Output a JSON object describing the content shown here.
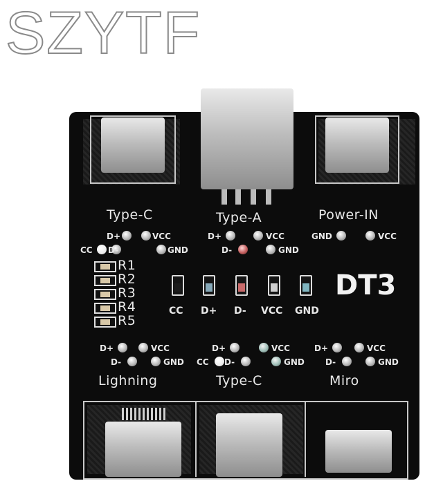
{
  "brand": "SZYTF",
  "board": {
    "model": "DT3",
    "top_headers": {
      "typec": "Type-C",
      "typea": "Type-A",
      "power": "Power-IN"
    },
    "bottom_headers": {
      "lightning": "Lighning",
      "typec": "Type-C",
      "micro": "Miro"
    },
    "pins": {
      "dplus": "D+",
      "dminus": "D-",
      "vcc": "VCC",
      "gnd": "GND",
      "cc": "CC"
    },
    "resistors": [
      "R1",
      "R2",
      "R3",
      "R4",
      "R5"
    ],
    "leds": [
      "CC",
      "D+",
      "D-",
      "VCC",
      "GND"
    ]
  }
}
